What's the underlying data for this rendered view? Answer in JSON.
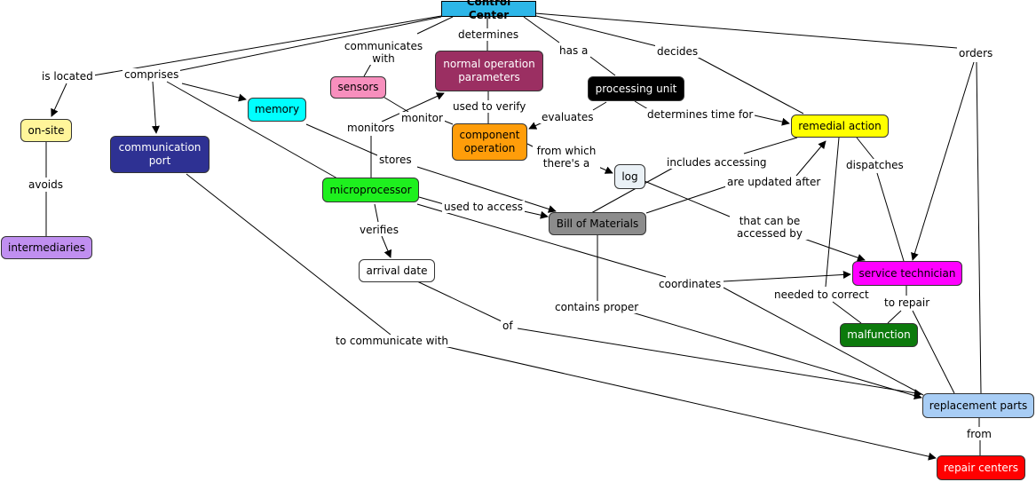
{
  "concepts": {
    "control_center": {
      "text": "Control Center",
      "color": "#2db6e8"
    },
    "on_site": {
      "text": "on-site",
      "color": "#fff59a"
    },
    "intermediaries": {
      "text": "intermediaries",
      "color": "#c08ff0"
    },
    "communication_port": {
      "text": "communication port",
      "color": "#2e3193"
    },
    "memory": {
      "text": "memory",
      "color": "#00ffff"
    },
    "sensors": {
      "text": "sensors",
      "color": "#f78fbd"
    },
    "normal_operation_parameters": {
      "text": "normal operation parameters",
      "color": "#9b2f62"
    },
    "processing_unit": {
      "text": "processing unit",
      "color": "#000000"
    },
    "component_operation": {
      "text": "component operation",
      "color": "#ff9d0a"
    },
    "microprocessor": {
      "text": "microprocessor",
      "color": "#1ef01e"
    },
    "log": {
      "text": "log",
      "color": "#eaf1f6"
    },
    "remedial_action": {
      "text": "remedial action",
      "color": "#ffff00"
    },
    "bill_of_materials": {
      "text": "Bill of Materials",
      "color": "#8c8c8c"
    },
    "arrival_date": {
      "text": "arrival date",
      "color": "#ffffff"
    },
    "service_technician": {
      "text": "service technician",
      "color": "#ff00ff"
    },
    "malfunction": {
      "text": "malfunction",
      "color": "#0c7a0c"
    },
    "replacement_parts": {
      "text": "replacement parts",
      "color": "#a8cdf5"
    },
    "repair_centers": {
      "text": "repair centers",
      "color": "#ff0000"
    }
  },
  "links": {
    "is_located": "is located",
    "comprises": "comprises",
    "communicates_with": "communicates with",
    "determines": "determines",
    "has_a": "has a",
    "decides": "decides",
    "orders": "orders",
    "avoids": "avoids",
    "monitor": "monitor",
    "monitors": "monitors",
    "used_to_verify": "used to verify",
    "evaluates": "evaluates",
    "determines_time_for": "determines time for",
    "from_which": "from which there's a",
    "includes_accessing": "includes accessing",
    "dispatches": "dispatches",
    "stores": "stores",
    "are_updated_after": "are updated after",
    "used_to_access": "used to access",
    "that_can_be_accessed_by": "that can be accessed by",
    "verifies": "verifies",
    "coordinates": "coordinates",
    "needed_to_correct": "needed to correct",
    "to_repair": "to repair",
    "contains_proper": "contains proper",
    "of": "of",
    "to_communicate_with": "to communicate with",
    "from": "from"
  }
}
